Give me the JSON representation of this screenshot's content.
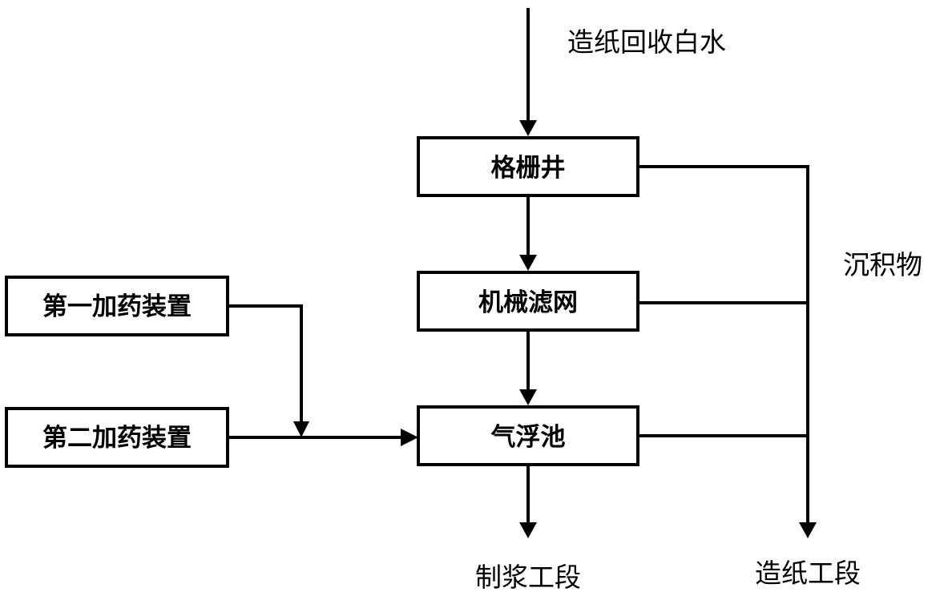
{
  "nodes": {
    "source": "造纸回收白水",
    "grid_well": "格栅井",
    "mechanical_screen": "机械滤网",
    "air_flotation": "气浮池",
    "dosing_1": "第一加药装置",
    "dosing_2": "第二加药装置",
    "sediment": "沉积物",
    "pulping": "制浆工段",
    "papermaking": "造纸工段"
  },
  "colors": {
    "stroke": "#000000",
    "fill": "#ffffff"
  }
}
